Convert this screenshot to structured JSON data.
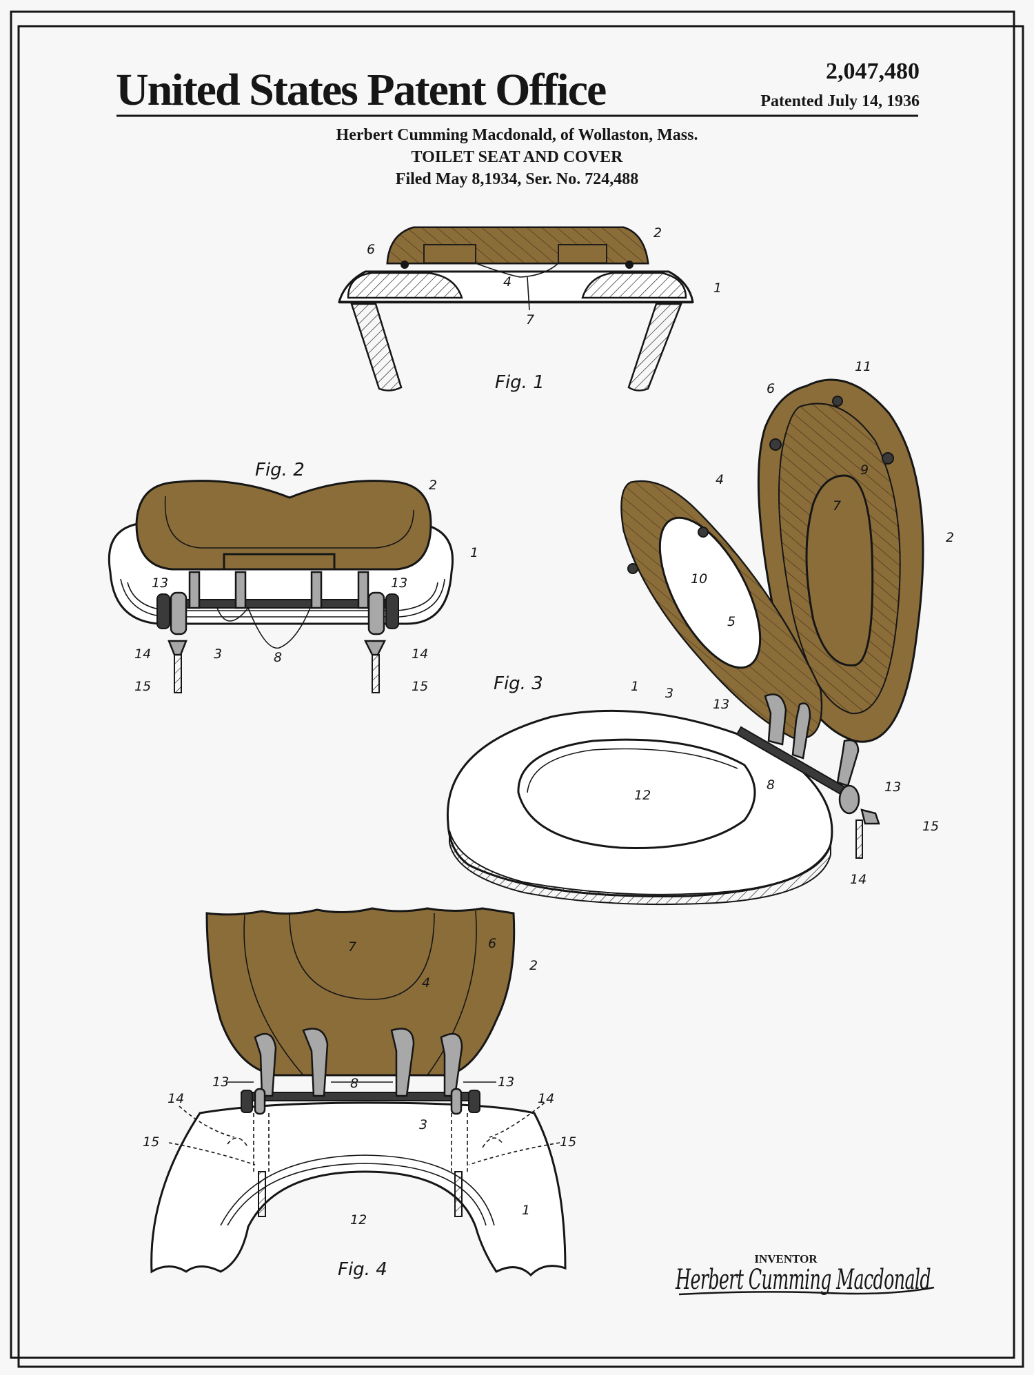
{
  "header": {
    "office_title": "United States Patent Office",
    "patent_number": "2,047,480",
    "patented_date": "Patented July 14, 1936",
    "inventor_line": "Herbert Cumming Macdonald, of Wollaston, Mass.",
    "invention_title": "TOILET SEAT AND COVER",
    "filing_line": "Filed May 8,1934, Ser. No. 724,488"
  },
  "colors": {
    "wood": "#8b6d3a",
    "background": "#f7f7f7",
    "ink": "#161616",
    "metal": "#a8a8a8"
  },
  "figures": {
    "fig1": {
      "caption": "Fig. 1",
      "labels": [
        "2",
        "6",
        "4",
        "1",
        "7"
      ]
    },
    "fig2": {
      "caption": "Fig. 2",
      "labels": [
        "2",
        "1",
        "13",
        "13",
        "14",
        "3",
        "8",
        "14",
        "15",
        "15"
      ]
    },
    "fig3": {
      "caption": "Fig. 3",
      "labels": [
        "11",
        "6",
        "4",
        "9",
        "7",
        "2",
        "10",
        "5",
        "1",
        "3",
        "13",
        "12",
        "8",
        "13",
        "15",
        "14"
      ]
    },
    "fig4": {
      "caption": "Fig. 4",
      "labels": [
        "7",
        "6",
        "2",
        "4",
        "13",
        "8",
        "13",
        "14",
        "14",
        "3",
        "15",
        "15",
        "12",
        "1"
      ]
    }
  },
  "signature": {
    "heading": "Inventor",
    "name": "Herbert Cumming Macdonald"
  }
}
